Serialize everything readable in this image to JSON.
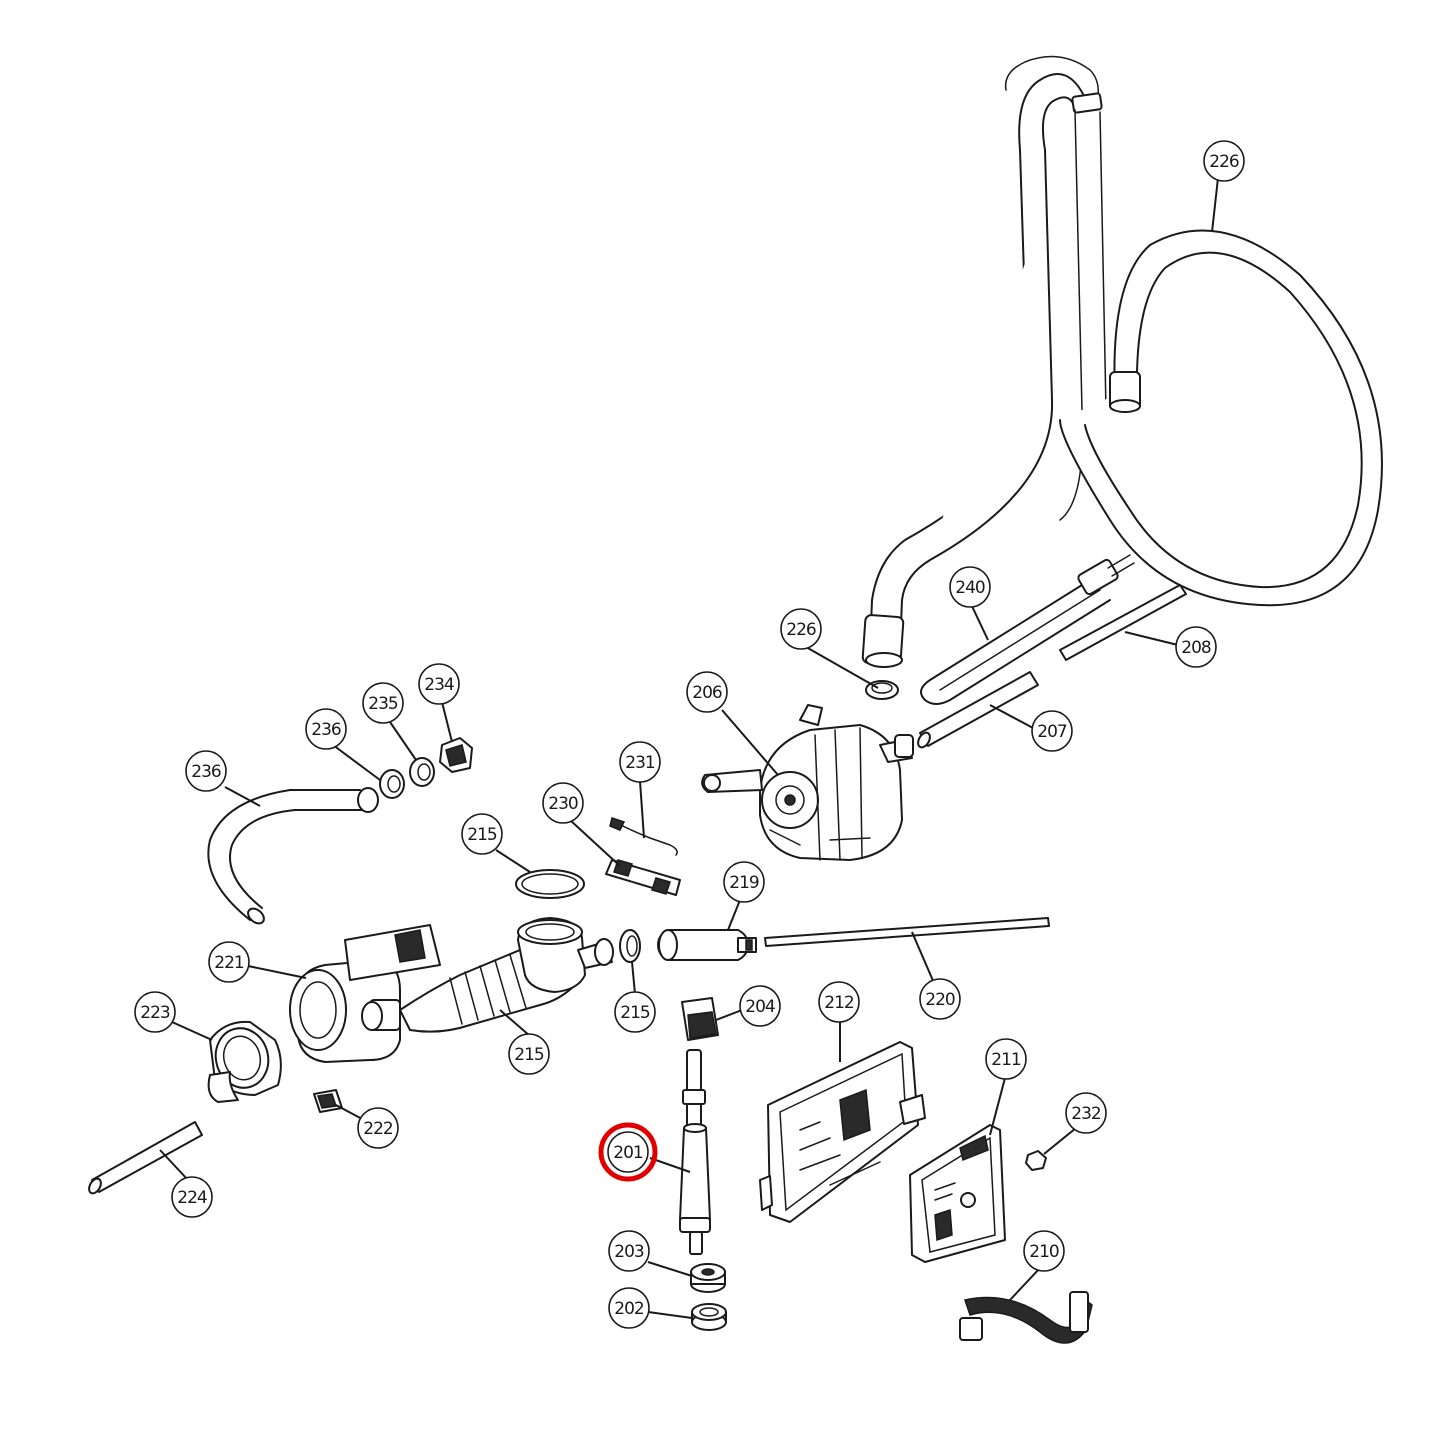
{
  "colors": {
    "highlight": "#e00000",
    "line": "#1a1a1a"
  },
  "highlighted_part": "201",
  "callouts": [
    {
      "id": "226-top",
      "label": "226"
    },
    {
      "id": "240",
      "label": "240"
    },
    {
      "id": "226-mid",
      "label": "226"
    },
    {
      "id": "208",
      "label": "208"
    },
    {
      "id": "206",
      "label": "206"
    },
    {
      "id": "207",
      "label": "207"
    },
    {
      "id": "234",
      "label": "234"
    },
    {
      "id": "235",
      "label": "235"
    },
    {
      "id": "236-a",
      "label": "236"
    },
    {
      "id": "236-b",
      "label": "236"
    },
    {
      "id": "231",
      "label": "231"
    },
    {
      "id": "230",
      "label": "230"
    },
    {
      "id": "215-a",
      "label": "215"
    },
    {
      "id": "219",
      "label": "219"
    },
    {
      "id": "221",
      "label": "221"
    },
    {
      "id": "220",
      "label": "220"
    },
    {
      "id": "223",
      "label": "223"
    },
    {
      "id": "204",
      "label": "204"
    },
    {
      "id": "212",
      "label": "212"
    },
    {
      "id": "215-b",
      "label": "215"
    },
    {
      "id": "215-c",
      "label": "215"
    },
    {
      "id": "211",
      "label": "211"
    },
    {
      "id": "222",
      "label": "222"
    },
    {
      "id": "232",
      "label": "232"
    },
    {
      "id": "201",
      "label": "201"
    },
    {
      "id": "224",
      "label": "224"
    },
    {
      "id": "210",
      "label": "210"
    },
    {
      "id": "203",
      "label": "203"
    },
    {
      "id": "202",
      "label": "202"
    }
  ]
}
